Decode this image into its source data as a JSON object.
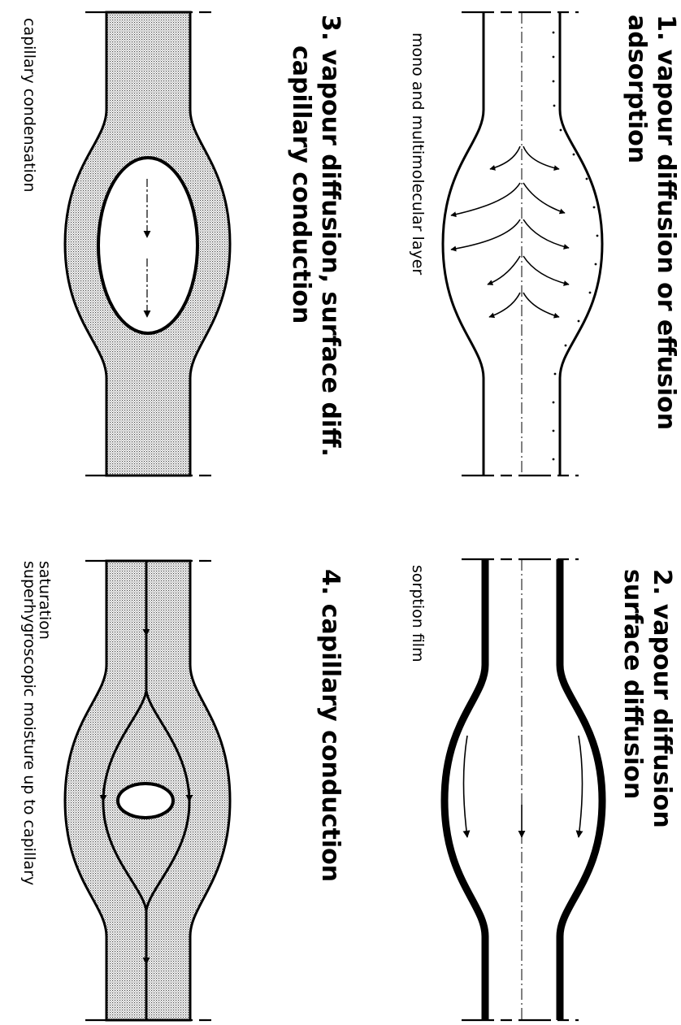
{
  "panels": [
    {
      "title_line1": "1. vapour diffusion or effusion",
      "title_line2": "adsorption",
      "caption": "mono and multimolecular layer"
    },
    {
      "title_line1": "2. vapour diffusion",
      "title_line2": "surface diffusion",
      "caption": "sorption film"
    },
    {
      "title_line1": "3. vapour diffusion, surface diff.",
      "title_line2": "capillary conduction",
      "caption": "capillary condensation"
    },
    {
      "title_line1": "4. capillary conduction",
      "caption_line1": "superhygroscopic moisture up to capillary",
      "caption_line2": "saturation"
    }
  ],
  "colors": {
    "ink": "#000000",
    "stipple": "#c4c4c4",
    "background": "#ffffff"
  }
}
